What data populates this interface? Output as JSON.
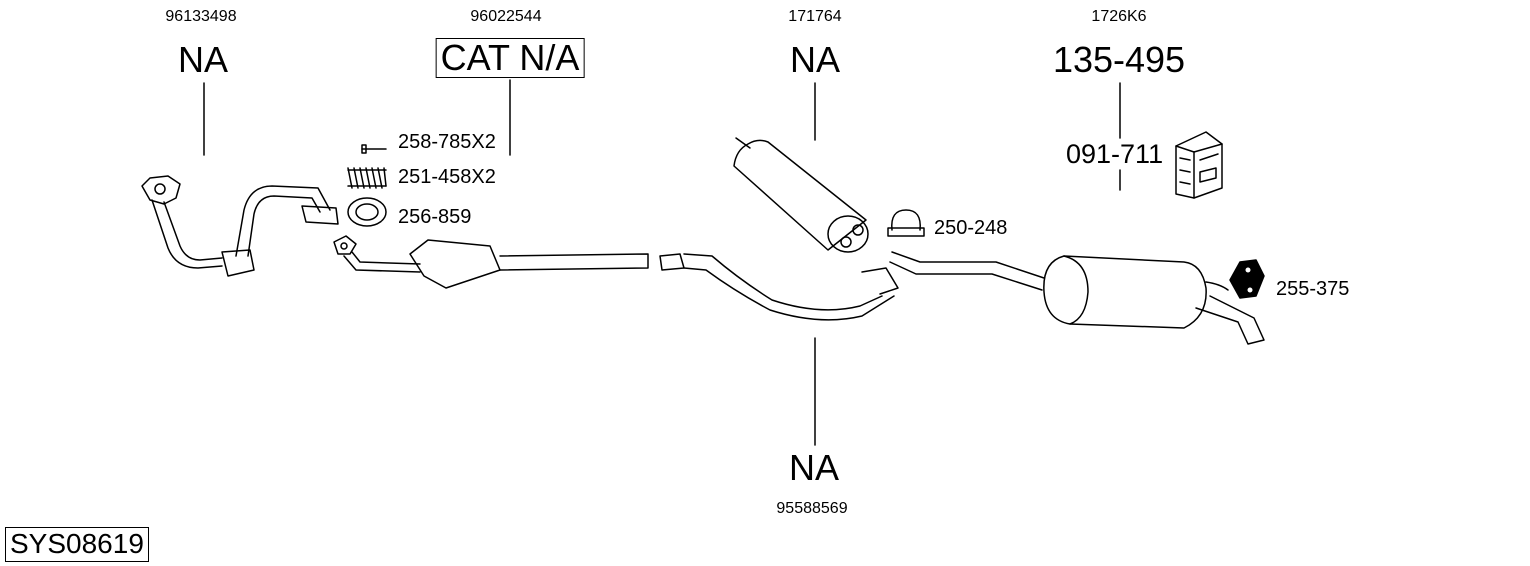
{
  "system_code": "SYS08619",
  "oe_numbers": {
    "front_pipe": "96133498",
    "catalyst": "96022544",
    "middle_silencer": "171764",
    "rear_silencer": "1726K6",
    "intermediate_pipe": "95588569"
  },
  "section_labels": {
    "front_pipe": "NA",
    "catalyst": "CAT N/A",
    "middle_silencer": "NA",
    "rear_silencer": "135-495",
    "intermediate_pipe": "NA"
  },
  "parts": {
    "bolt": "258-785X2",
    "spring": "251-458X2",
    "gasket": "256-859",
    "clamp": "250-248",
    "mounting_kit": "091-711",
    "rubber_mount": "255-375"
  }
}
